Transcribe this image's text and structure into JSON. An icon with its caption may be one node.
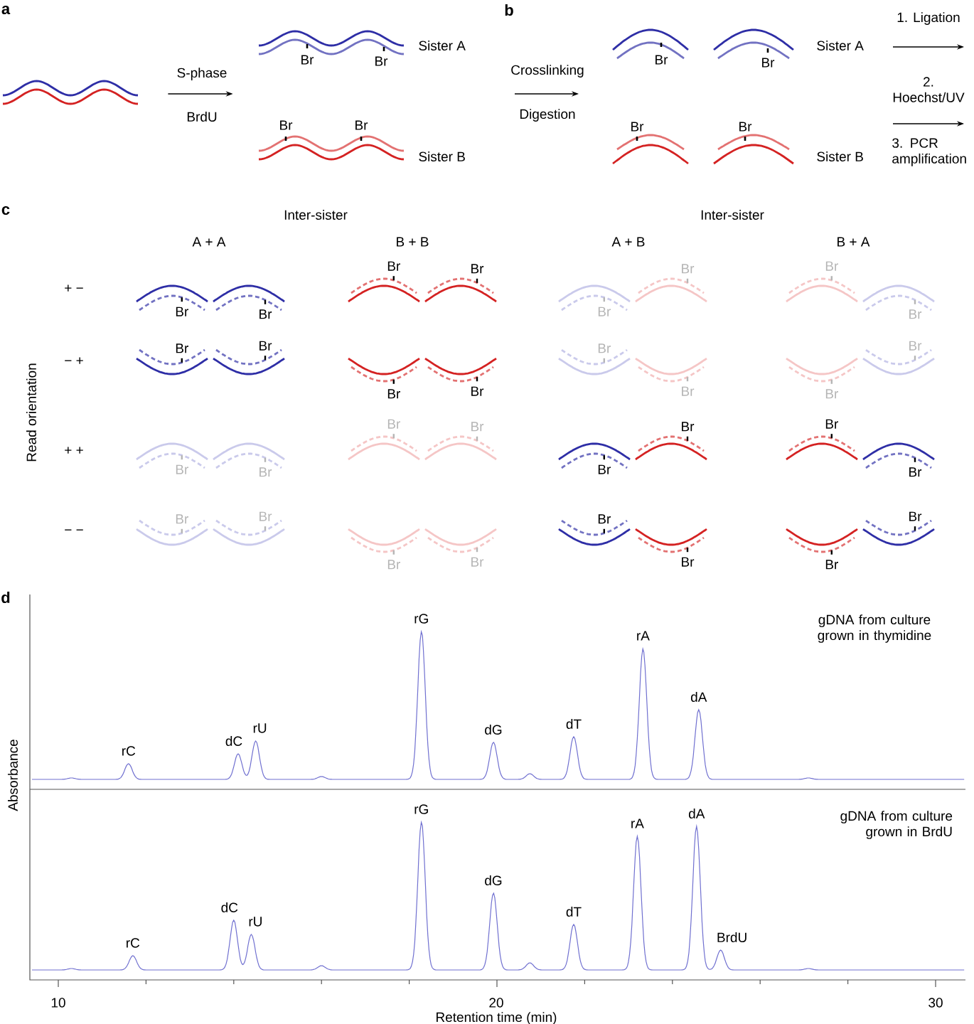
{
  "diagram": {
    "nodes": [
      {
        "text": [],
        "shape": "picture"
      },
      {
        "text": [
          "Sister A",
          "Sister B"
        ]
      },
      {
        "text": [
          "Sister A",
          "Sister B"
        ]
      }
    ],
    "edges": [
      {
        "from": 0,
        "to": 1,
        "arrow": "to",
        "label": "S-phase"
      }
    ],
    "labels": [
      "a",
      "BrdU",
      "Br",
      "Br",
      "Br",
      "Br",
      "b",
      "Digestion",
      "Br",
      "Br",
      "Br",
      "Br",
      "2. Hoechst/UV",
      "c",
      "Inter-sister",
      "Inter-sister",
      "A + A",
      "B + B",
      "A + B",
      "B + A",
      "Read orientation",
      "+ −",
      "− +",
      "+ +",
      "− −",
      "Br",
      "Br",
      "Br",
      "Br",
      "Br",
      "Br",
      "Br",
      "Br",
      "Br",
      "Br",
      "Br",
      "Br",
      "Br",
      "Br",
      "Br",
      "Br",
      "Br",
      "Br",
      "Br",
      "Br",
      "Br",
      "Br",
      "Br",
      "Br",
      "Br",
      "Br",
      "Br",
      "Br",
      "Br",
      "Br",
      "Br",
      "Br",
      "d",
      "gDNA from culture grown in thymidine",
      "rC",
      "dC",
      "rU",
      "rG",
      "dG",
      "dT",
      "rA",
      "dA",
      "gDNA from culture grown in BrdU",
      "rC",
      "dC",
      "rU",
      "rG",
      "dG",
      "dT",
      "rA",
      "dA",
      "BrdU",
      "Absorbance",
      "10",
      "20",
      "30",
      "Retention time (min)",
      "Crosslinking",
      "1. Ligation",
      "3. PCR amplification"
    ]
  }
}
